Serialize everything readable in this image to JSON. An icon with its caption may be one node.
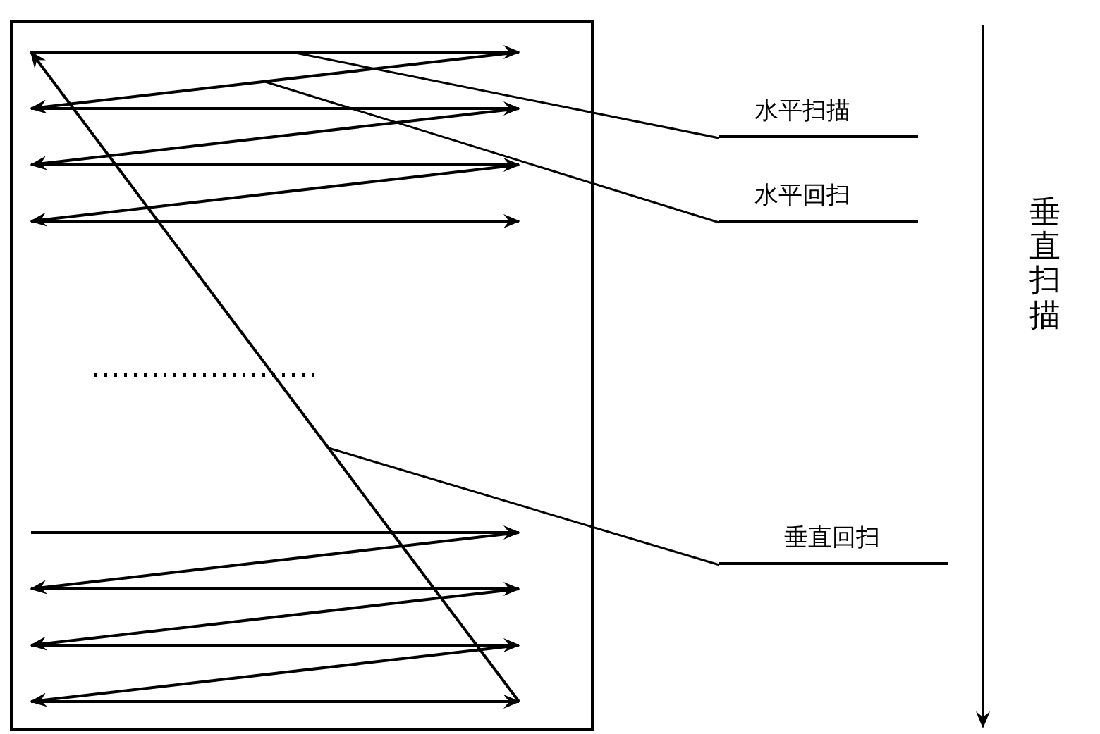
{
  "diagram": {
    "nodes": [
      {
        "text": [
          "水平扫描"
        ]
      },
      {
        "text": [
          "水平回扫"
        ]
      },
      {
        "text": [
          "垂直回扫"
        ]
      }
    ],
    "edges": [
      {
        "from": 0,
        "to": null,
        "arrow": "none"
      },
      {
        "from": 1,
        "to": null,
        "arrow": "none"
      },
      {
        "from": 2,
        "to": null,
        "arrow": "none"
      }
    ],
    "labels": [
      "垂直扫描"
    ]
  }
}
